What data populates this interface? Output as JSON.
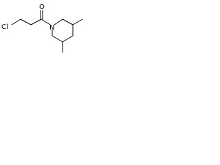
{
  "molecule": {
    "atoms": {
      "chlorine": "Cl",
      "oxygen": "O",
      "nitrogen": "N"
    }
  },
  "colors": {
    "background": "#ffffff",
    "ink": "#000000"
  }
}
